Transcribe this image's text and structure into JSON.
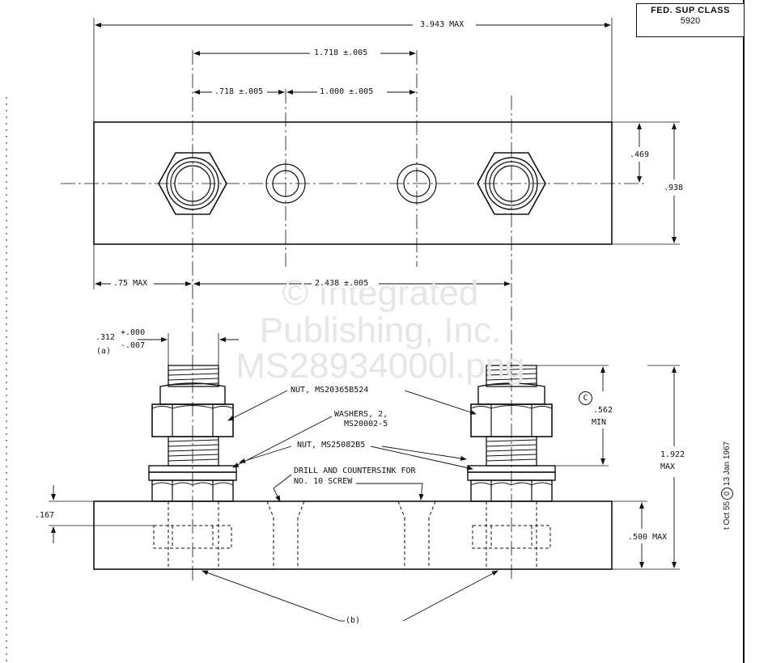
{
  "title_block": {
    "fed_sup_class_label": "FED. SUP CLASS",
    "fed_sup_class_value": "5920"
  },
  "watermark": {
    "line1": "© Integrated",
    "line2": "Publishing, Inc.",
    "line3": "MS28934000l.png"
  },
  "dimensions": {
    "overall_length": "3.943 MAX",
    "stud_spacing": "1.718 ±.005",
    "stud_to_hole": ".718 ±.005",
    "hole_spacing": "1.000 ±.005",
    "half_width": ".469",
    "width": ".938",
    "edge_to_stud": ".75 MAX",
    "stud_to_stud_total": "2.438 ±.005",
    "thread_dia": ".312",
    "thread_tol_plus": "+.000",
    "thread_tol_minus": "-.007",
    "thread_note": "(a)",
    "thread_length": ".562",
    "thread_length_note": "MIN",
    "overall_height": "1.922",
    "overall_height_note": "MAX",
    "base_thickness": ".500 MAX",
    "nut_recess": ".167"
  },
  "callouts": {
    "nut_top": "NUT, MS20365B524",
    "washers_line1": "WASHERS, 2,",
    "washers_line2": "MS20002-5",
    "nut_bottom": "NUT, MS25082B5",
    "drill_line1": "DRILL AND COUNTERSINK FOR",
    "drill_line2": "NO. 10 SCREW",
    "note_b": "(b)",
    "circle_c": "C"
  },
  "revision": {
    "prefix": "t Oct 55",
    "mark": "0",
    "suffix": "13 Jan 1967"
  }
}
